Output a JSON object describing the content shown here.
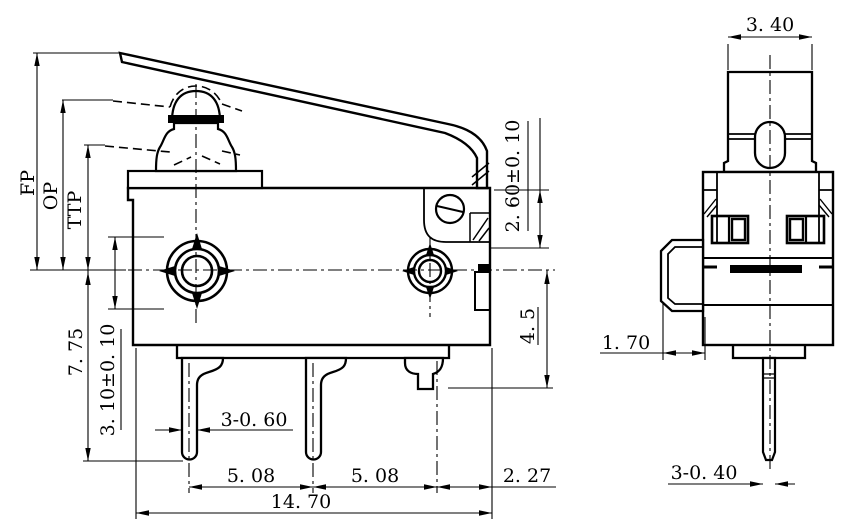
{
  "front_view": {
    "vertical_dims": {
      "fp": "FP",
      "op": "OP",
      "ttp": "TTP",
      "overall_height": "7. 75",
      "hole_boss_dia": "3. 10±0. 10"
    },
    "bottom_dims": {
      "pin_width": "3-0. 60",
      "pitch_left": "5. 08",
      "pitch_right": "5. 08",
      "edge_offset": "2. 27",
      "total_length": "14. 70"
    },
    "right_dims": {
      "top_clearance": "2. 60±0. 10",
      "pin_depth": "4. 5"
    }
  },
  "side_view": {
    "lever_width": "3. 40",
    "button_projection": "1. 70",
    "pin_width": "3-0. 40"
  },
  "colors": {
    "line": "#000000",
    "background": "#ffffff"
  }
}
